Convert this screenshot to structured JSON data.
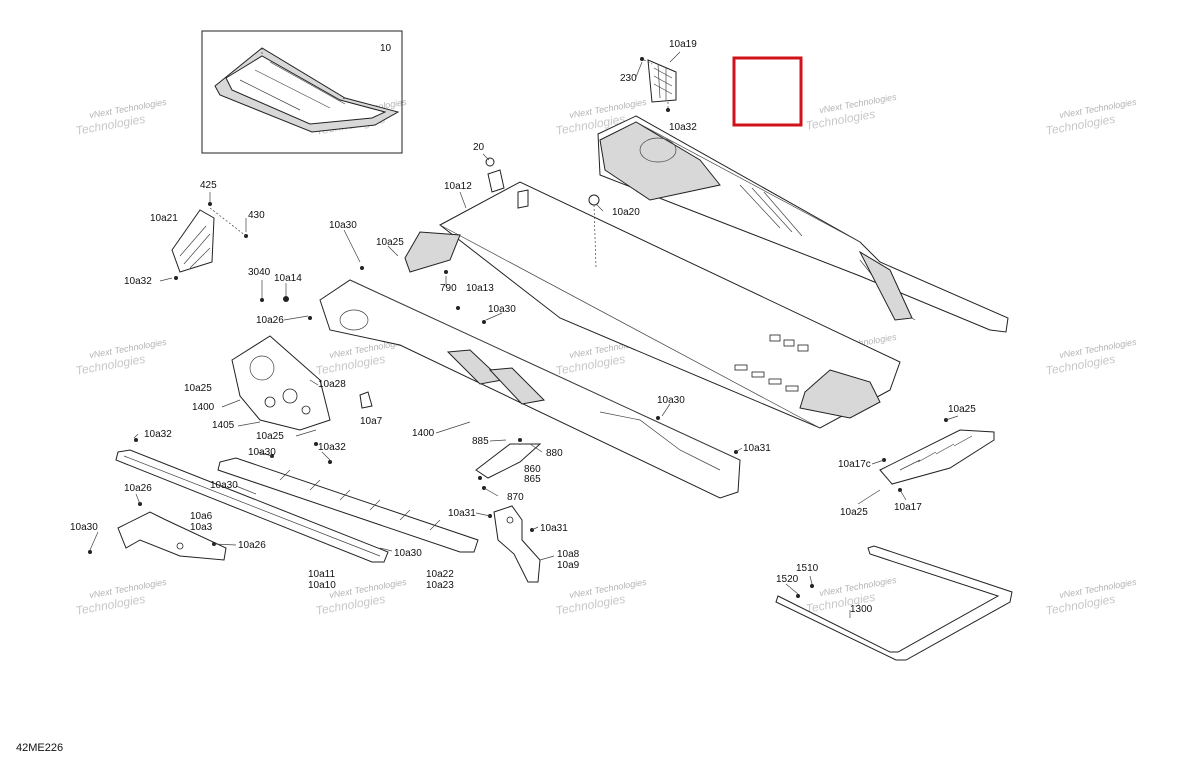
{
  "diagram": {
    "figure_code": "42ME226",
    "watermark": [
      "vNext Technologies",
      "Technologies"
    ],
    "highlight_color": "#d0121b",
    "callouts": [
      {
        "id": "c10",
        "text": "10"
      },
      {
        "id": "c10a19",
        "text": "10a19"
      },
      {
        "id": "c230",
        "text": "230"
      },
      {
        "id": "c10a32_top",
        "text": "10a32"
      },
      {
        "id": "c20",
        "text": "20"
      },
      {
        "id": "c10a12",
        "text": "10a12"
      },
      {
        "id": "c10a20",
        "text": "10a20"
      },
      {
        "id": "c425",
        "text": "425"
      },
      {
        "id": "c10a21",
        "text": "10a21"
      },
      {
        "id": "c430",
        "text": "430"
      },
      {
        "id": "c10a32_left",
        "text": "10a32"
      },
      {
        "id": "c10a30_a",
        "text": "10a30"
      },
      {
        "id": "c10a25_a",
        "text": "10a25"
      },
      {
        "id": "c10a13",
        "text": "10a13"
      },
      {
        "id": "c3040",
        "text": "3040"
      },
      {
        "id": "c10a14",
        "text": "10a14"
      },
      {
        "id": "c790",
        "text": "790"
      },
      {
        "id": "c10a30_b",
        "text": "10a30"
      },
      {
        "id": "c10a26_a",
        "text": "10a26"
      },
      {
        "id": "c10a28",
        "text": "10a28"
      },
      {
        "id": "c10a25_b",
        "text": "10a25"
      },
      {
        "id": "c1400_a",
        "text": "1400"
      },
      {
        "id": "c10a7",
        "text": "10a7"
      },
      {
        "id": "c1405",
        "text": "1405"
      },
      {
        "id": "c10a25_c",
        "text": "10a25"
      },
      {
        "id": "c1400_b",
        "text": "1400"
      },
      {
        "id": "c10a30_c",
        "text": "10a30"
      },
      {
        "id": "c10a32_mid",
        "text": "10a32"
      },
      {
        "id": "c10a32_low",
        "text": "10a32"
      },
      {
        "id": "c885",
        "text": "885"
      },
      {
        "id": "c880",
        "text": "880"
      },
      {
        "id": "c860",
        "text": "860"
      },
      {
        "id": "c865",
        "text": "865"
      },
      {
        "id": "c870",
        "text": "870"
      },
      {
        "id": "c10a31_a",
        "text": "10a31"
      },
      {
        "id": "c10a30_d",
        "text": "10a30"
      },
      {
        "id": "c10a30_e",
        "text": "10a30"
      },
      {
        "id": "c10a26_b",
        "text": "10a26"
      },
      {
        "id": "c10a6",
        "text": "10a6"
      },
      {
        "id": "c10a3",
        "text": "10a3"
      },
      {
        "id": "c10a30_f",
        "text": "10a30"
      },
      {
        "id": "c10a26_c",
        "text": "10a26"
      },
      {
        "id": "c10a30_g",
        "text": "10a30"
      },
      {
        "id": "c10a11",
        "text": "10a11"
      },
      {
        "id": "c10a10",
        "text": "10a10"
      },
      {
        "id": "c10a22",
        "text": "10a22"
      },
      {
        "id": "c10a23",
        "text": "10a23"
      },
      {
        "id": "c10a31_b",
        "text": "10a31"
      },
      {
        "id": "c10a31_c",
        "text": "10a31"
      },
      {
        "id": "c10a8",
        "text": "10a8"
      },
      {
        "id": "c10a9",
        "text": "10a9"
      },
      {
        "id": "c10a25_d",
        "text": "10a25"
      },
      {
        "id": "c10a17c",
        "text": "10a17c"
      },
      {
        "id": "c10a25_e",
        "text": "10a25"
      },
      {
        "id": "c10a17",
        "text": "10a17"
      },
      {
        "id": "c1510",
        "text": "1510"
      },
      {
        "id": "c1520",
        "text": "1520"
      },
      {
        "id": "c1300",
        "text": "1300"
      }
    ]
  }
}
